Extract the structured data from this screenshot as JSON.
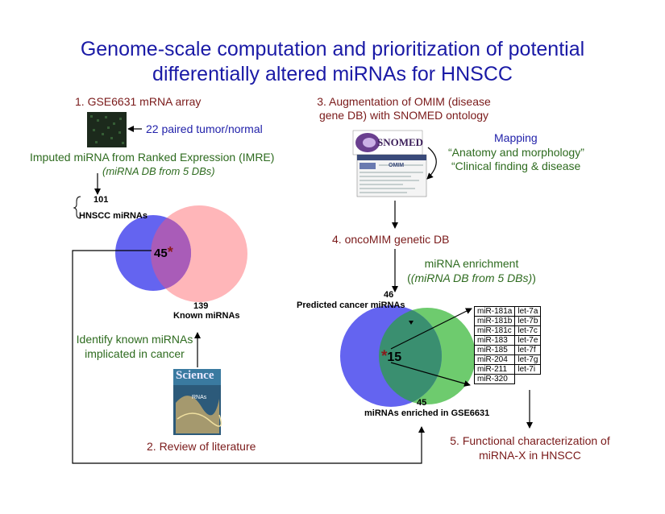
{
  "title": {
    "line1": "Genome-scale computation and prioritization of potential",
    "line2": "differentially altered miRNAs for HNSCC"
  },
  "step1": {
    "label": "1. GSE6631 mRNA array",
    "note": "22 paired tumor/normal",
    "imre": "Imputed miRNA  from Ranked Expression (IMRE)",
    "imre_sub": "(miRNA DB from 5 DBs)"
  },
  "venn_left": {
    "hnscc_count": "101",
    "hnscc_label": "HNSCC miRNAs",
    "overlap": "45",
    "overlap_mark": "*",
    "known_count": "139",
    "known_label": "Known miRNAs",
    "colors": {
      "hnscc": "#6464f0",
      "known": "#ffb6b9",
      "overlap": "#a95cb8"
    }
  },
  "identify": {
    "line1": "Identify known miRNAs",
    "line2": "implicated in cancer"
  },
  "step2": {
    "label": "2. Review of literature",
    "journal": "Science",
    "cover_text": "RNAs"
  },
  "step3": {
    "line1": "3. Augmentation of OMIM (disease",
    "line2": "gene DB) with SNOMED ontology",
    "logo_text": "SNOMED",
    "omim_text": "OMIM"
  },
  "mapping": {
    "title": "Mapping",
    "item1": "“Anatomy and morphology”",
    "item2": "“Clinical finding & disease"
  },
  "step4": {
    "label": "4. oncoMIM genetic DB"
  },
  "enrichment": {
    "line1": "miRNA enrichment",
    "line2": "(miRNA DB from 5 DBs)"
  },
  "venn_right": {
    "pred_count": "46",
    "pred_label": "Predicted cancer miRNAs",
    "overlap": "15",
    "overlap_mark": "*",
    "enriched_count": "45",
    "enriched_label": "miRNAs enriched in GSE6631",
    "colors": {
      "predicted": "#6464f0",
      "enriched": "#6ecb6e",
      "overlap": "#3a8f70"
    }
  },
  "mirna_table": {
    "rows": [
      [
        "miR-181a",
        "let-7a"
      ],
      [
        "miR-181b",
        "let-7b"
      ],
      [
        "miR-181c",
        "let-7c"
      ],
      [
        "miR-183",
        "let-7e"
      ],
      [
        "miR-185",
        "let-7f"
      ],
      [
        "miR-204",
        "let-7g"
      ],
      [
        "miR-211",
        "let-7i"
      ],
      [
        "miR-320",
        ""
      ]
    ]
  },
  "step5": {
    "line1": "5. Functional characterization of",
    "line2": "miRNA-X in HNSCC"
  },
  "colors": {
    "title": "#1a1aa6",
    "step": "#7a1a1a",
    "note_green": "#2e6b1f",
    "note_blue": "#2222aa",
    "star": "#8b1a1a"
  }
}
